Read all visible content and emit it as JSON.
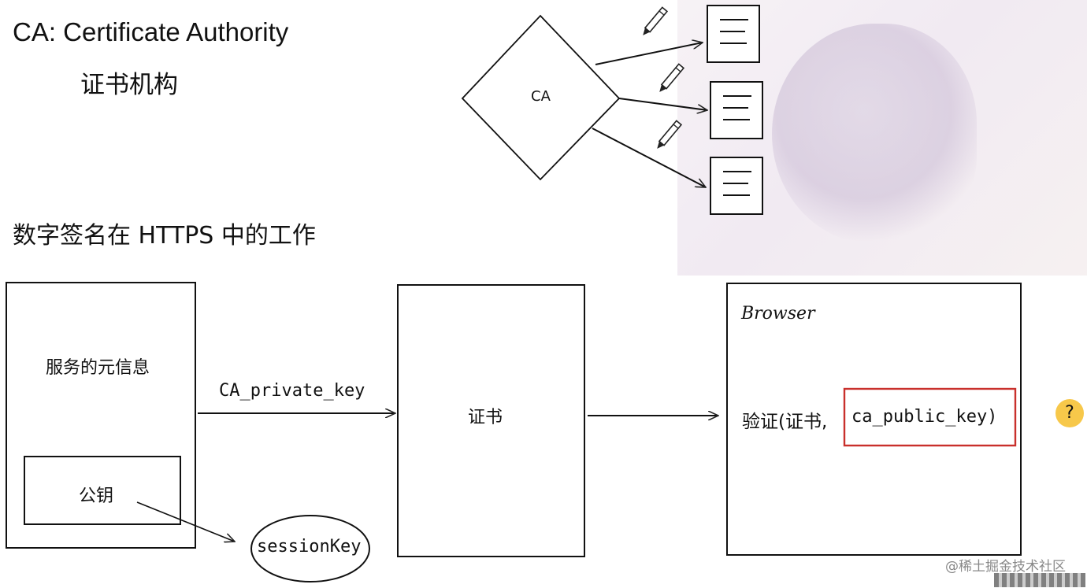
{
  "header": {
    "title": "CA: Certificate Authority",
    "subtitle": "证书机构"
  },
  "section": {
    "title": "数字签名在 HTTPS 中的工作"
  },
  "diagram": {
    "ca_label": "CA",
    "server_meta": "服务的元信息",
    "public_key": "公钥",
    "arrow_label": "CA_private_key",
    "certificate": "证书",
    "session_key": "sessionKey",
    "browser_label": "Browser",
    "verify_prefix": "验证(证书,",
    "verify_key": "ca_public_key)"
  },
  "icons": {
    "pencil": "pencil-icon",
    "document": "document-icon",
    "thinking": "thinking-face-icon"
  },
  "colors": {
    "highlight": "#c9302c"
  },
  "footer": {
    "watermark": "@稀土掘金技术社区"
  }
}
